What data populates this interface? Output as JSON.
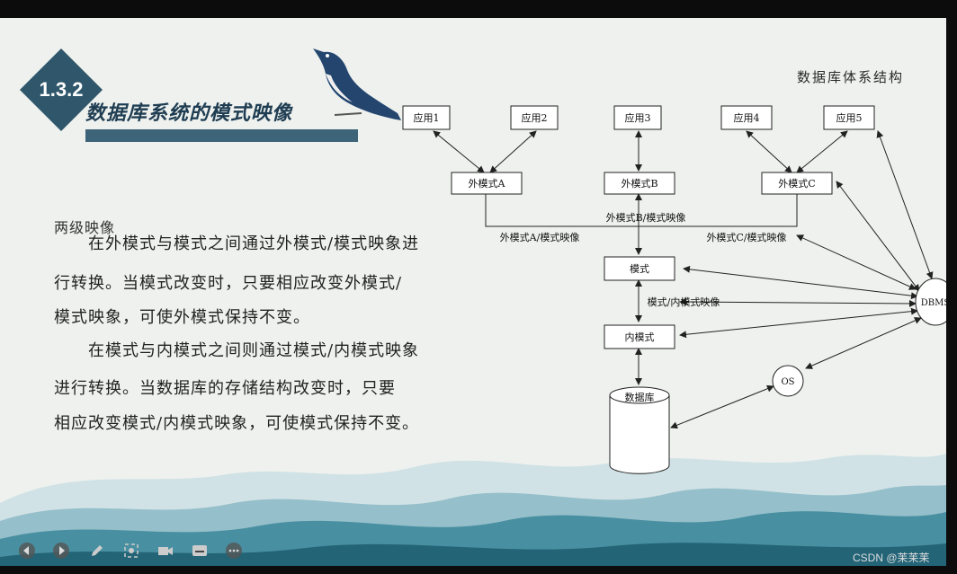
{
  "slide": {
    "section_number": "1.3.2",
    "title": "数据库系统的模式映像",
    "corner_label": "数据库体系结构",
    "subhead": "两级映像",
    "paragraph1": [
      "　　在外模式与模式之间通过外模式/模式映象进",
      "行转换。当模式改变时，只要相应改变外模式/",
      "模式映象，可使外模式保持不变。"
    ],
    "paragraph2": [
      "　　在模式与内模式之间则通过模式/内模式映象",
      "进行转换。当数据库的存储结构改变时，只要",
      "相应改变模式/内模式映象，可使模式保持不变。"
    ]
  },
  "diagram": {
    "apps": [
      "应用1",
      "应用2",
      "应用3",
      "应用4",
      "应用5"
    ],
    "external_schemas": [
      "外模式A",
      "外模式B",
      "外模式C"
    ],
    "mapping_labels": {
      "a": "外模式A/模式映像",
      "b": "外模式B/模式映像",
      "c": "外模式C/模式映像",
      "internal": "模式/内模式映像"
    },
    "schema": "模式",
    "internal_schema": "内模式",
    "database": "数据库",
    "dbms": "DBMS",
    "os": "OS"
  },
  "watermark": "CSDN @苿苿苿",
  "controls": [
    "prev-icon",
    "next-icon",
    "pen-icon",
    "zoom-icon",
    "camera-icon",
    "subtitle-icon",
    "more-icon"
  ]
}
